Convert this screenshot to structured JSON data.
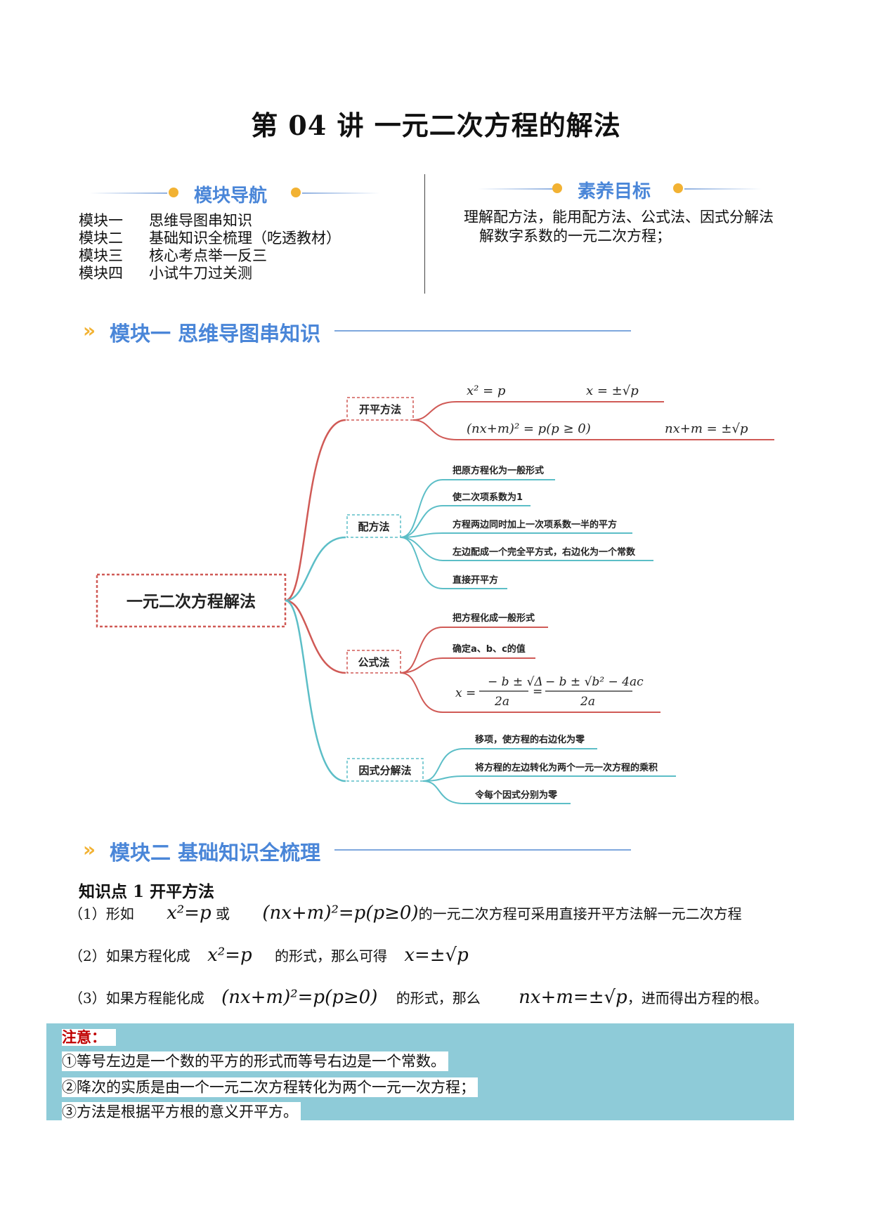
{
  "title": "第 04 讲  一元二次方程的解法",
  "nav": {
    "heading": "模块导航",
    "items": [
      {
        "key": "模块一",
        "label": "思维导图串知识"
      },
      {
        "key": "模块二",
        "label": "基础知识全梳理（吃透教材）"
      },
      {
        "key": "模块三",
        "label": "核心考点举一反三"
      },
      {
        "key": "模块四",
        "label": "小试牛刀过关测"
      }
    ]
  },
  "goal": {
    "heading": "素养目标",
    "line1": "理解配方法，能用配方法、公式法、因式分解法",
    "line2": "解数字系数的一元二次方程；"
  },
  "section1": {
    "title": "模块一 思维导图串知识"
  },
  "mindmap": {
    "root": "一元二次方程解法",
    "kaiping": {
      "label": "开平方法",
      "l1a": "x² = p",
      "l1b": "x = ±√p",
      "l2a": "(nx+m)² = p(p ≥ 0)",
      "l2b": "nx+m = ±√p"
    },
    "peifang": {
      "label": "配方法",
      "items": [
        "把原方程化为一般形式",
        "使二次项系数为1",
        "方程两边同时加上一次项系数一半的平方",
        "左边配成一个完全平方式，右边化为一个常数",
        "直接开平方"
      ]
    },
    "gongshi": {
      "label": "公式法",
      "items": [
        "把方程化成一般形式",
        "确定a、b、c的值"
      ],
      "formula_x": "x =",
      "num1": "− b ± √Δ",
      "den1": "2a",
      "eq": "=",
      "num2": "− b ± √b² − 4ac",
      "den2": "2a"
    },
    "yinshi": {
      "label": "因式分解法",
      "items": [
        "移项，使方程的右边化为零",
        "将方程的左边转化为两个一元一次方程的乘积",
        "令每个因式分别为零"
      ]
    }
  },
  "section2": {
    "title": "模块二 基础知识全梳理"
  },
  "kp1": {
    "title": "知识点 1 开平方法",
    "l1_pre": "（1）形如",
    "l1_m1": "x²=p",
    "l1_or": "或",
    "l1_m2": "(nx+m)²=p(p≥0)",
    "l1_post": "的一元二次方程可采用直接开平方法解一元二次方程",
    "l2_pre": "（2）如果方程化成",
    "l2_m1": "x²=p",
    "l2_mid": "的形式，那么可得",
    "l2_m2": "x=±√p",
    "l3_pre": "（3）如果方程能化成",
    "l3_m1": "(nx+m)²=p(p≥0)",
    "l3_mid": "的形式，那么",
    "l3_m2": "nx+m=±√p",
    "l3_post": "，进而得出方程的根。"
  },
  "note": {
    "head": "注意：",
    "items": [
      "①等号左边是一个数的平方的形式而等号右边是一个常数。",
      "②降次的实质是由一个一元二次方程转化为两个一元一次方程；",
      "③方法是根据平方根的意义开平方。"
    ]
  }
}
